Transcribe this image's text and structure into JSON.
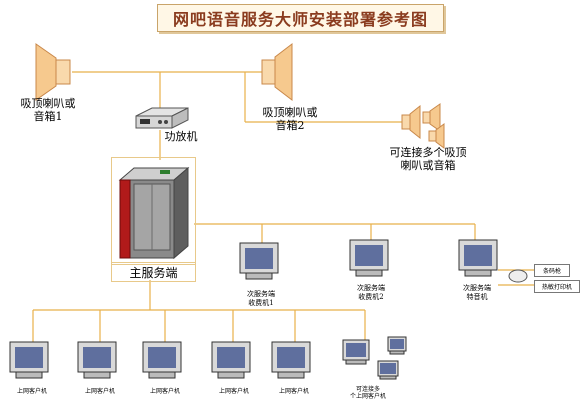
{
  "title": "网吧语音服务大师安装部署参考图",
  "labels": {
    "speaker_left": [
      "吸顶喇叭或",
      "音箱1"
    ],
    "speaker_right": [
      "吸顶喇叭或",
      "音箱2"
    ],
    "amplifier": "功放机",
    "speakers_multi": [
      "可连接多个吸顶",
      "喇叭或音箱"
    ],
    "main_server": "主服务端",
    "sub1": [
      "次服务端",
      "收费机1"
    ],
    "sub2": [
      "次服务端",
      "收费机2"
    ],
    "sub3": [
      "次服务端",
      "特音机"
    ],
    "device_scanner": "条码枪",
    "device_printer": "热敏打印机",
    "client": "上网客户机",
    "clients_multi": [
      "可连接多",
      "个上网客户机"
    ]
  }
}
